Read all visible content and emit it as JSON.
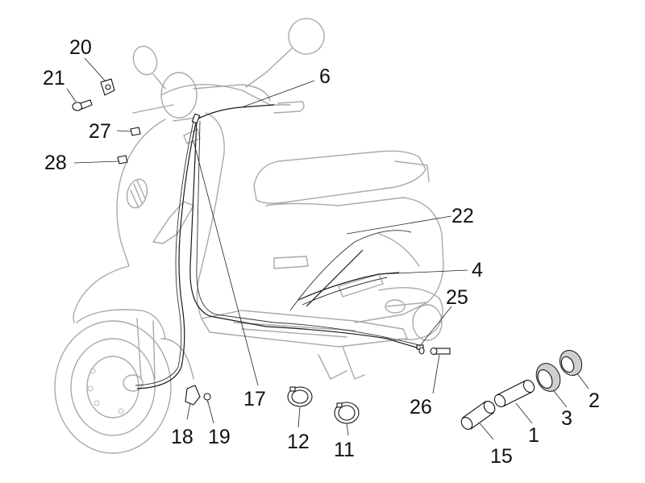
{
  "callouts": [
    {
      "id": "c1",
      "label": "1"
    },
    {
      "id": "c2",
      "label": "2"
    },
    {
      "id": "c3",
      "label": "3"
    },
    {
      "id": "c4",
      "label": "4"
    },
    {
      "id": "c6",
      "label": "6"
    },
    {
      "id": "c11",
      "label": "11"
    },
    {
      "id": "c12",
      "label": "12"
    },
    {
      "id": "c15",
      "label": "15"
    },
    {
      "id": "c17",
      "label": "17"
    },
    {
      "id": "c18",
      "label": "18"
    },
    {
      "id": "c19",
      "label": "19"
    },
    {
      "id": "c20",
      "label": "20"
    },
    {
      "id": "c21",
      "label": "21"
    },
    {
      "id": "c22",
      "label": "22"
    },
    {
      "id": "c25",
      "label": "25"
    },
    {
      "id": "c26",
      "label": "26"
    },
    {
      "id": "c27",
      "label": "27"
    },
    {
      "id": "c28",
      "label": "28"
    }
  ]
}
